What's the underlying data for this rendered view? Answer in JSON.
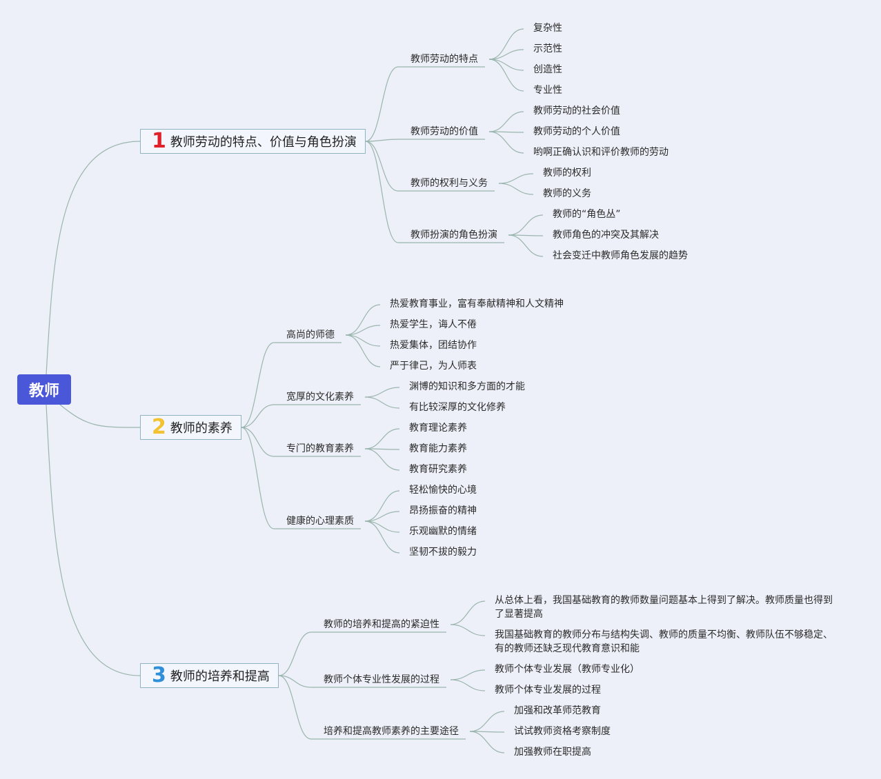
{
  "root": {
    "label": "教师"
  },
  "branches": [
    {
      "number": "1",
      "number_color": "#e0202a",
      "label": "教师劳动的特点、价值与角色扮演",
      "children": [
        {
          "label": "教师劳动的特点",
          "children": [
            "复杂性",
            "示范性",
            "创造性",
            "专业性"
          ]
        },
        {
          "label": "教师劳动的价值",
          "children": [
            "教师劳动的社会价值",
            "教师劳动的个人价值",
            "哟啊正确认识和评价教师的劳动"
          ]
        },
        {
          "label": "教师的权利与义务",
          "children": [
            "教师的权利",
            "教师的义务"
          ]
        },
        {
          "label": "教师扮演的角色扮演",
          "children": [
            "教师的“角色丛”",
            "教师角色的冲突及其解决",
            "社会变迁中教师角色发展的趋势"
          ]
        }
      ]
    },
    {
      "number": "2",
      "number_color": "#f2c230",
      "label": "教师的素养",
      "children": [
        {
          "label": "高尚的师德",
          "children": [
            "热爱教育事业，富有奉献精神和人文精神",
            "热爱学生，诲人不倦",
            "热爱集体，团结协作",
            "严于律己，为人师表"
          ]
        },
        {
          "label": "宽厚的文化素养",
          "children": [
            "渊博的知识和多方面的才能",
            "有比较深厚的文化修养"
          ]
        },
        {
          "label": "专门的教育素养",
          "children": [
            "教育理论素养",
            "教育能力素养",
            "教育研究素养"
          ]
        },
        {
          "label": "健康的心理素质",
          "children": [
            "轻松愉快的心境",
            "昂扬振奋的精神",
            "乐观幽默的情绪",
            "坚韧不拔的毅力"
          ]
        }
      ]
    },
    {
      "number": "3",
      "number_color": "#2f8fd8",
      "label": "教师的培养和提高",
      "children": [
        {
          "label": "教师的培养和提高的紧迫性",
          "children": [
            "从总体上看，我国基础教育的教师数量问题基本上得到了解决。教师质量也得到了显著提高",
            "我国基础教育的教师分布与结构失调、教师的质量不均衡、教师队伍不够稳定、有的教师还缺乏现代教育意识和能"
          ]
        },
        {
          "label": "教师个体专业性发展的过程",
          "children": [
            "教师个体专业发展（教师专业化）",
            "教师个体专业发展的过程"
          ]
        },
        {
          "label": "培养和提高教师素养的主要途径",
          "children": [
            "加强和改革师范教育",
            "试试教师资格考察制度",
            "加强教师在职提高"
          ]
        }
      ]
    }
  ]
}
